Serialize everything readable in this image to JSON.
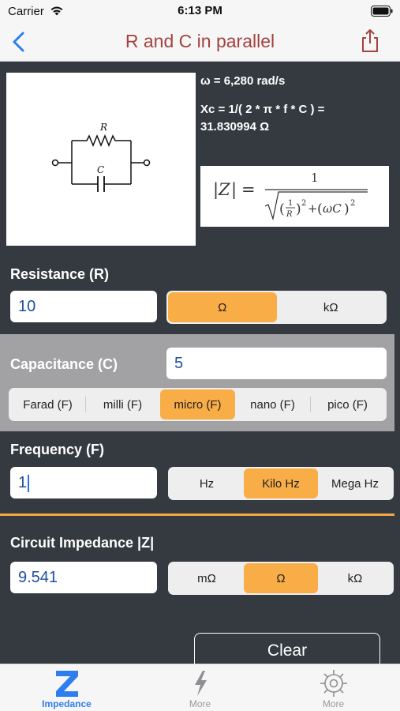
{
  "status": {
    "carrier": "Carrier",
    "time": "6:13 PM"
  },
  "nav": {
    "title": "R and C in parallel"
  },
  "diagram": {
    "r_label": "R",
    "c_label": "C"
  },
  "info": {
    "omega": "ω = 6,280 rad/s",
    "xc_formula": "Xc =  1/( 2 * π * f * C ) =",
    "xc_value": "31.830994 Ω"
  },
  "resistance": {
    "label": "Resistance (R)",
    "value": "10",
    "units": [
      "Ω",
      "kΩ"
    ],
    "selected": "Ω"
  },
  "capacitance": {
    "label": "Capacitance (C)",
    "value": "5",
    "units": [
      "Farad (F)",
      "milli (F)",
      "micro (F)",
      "nano (F)",
      "pico (F)"
    ],
    "selected": "micro (F)"
  },
  "frequency": {
    "label": "Frequency (F)",
    "value": "1",
    "units": [
      "Hz",
      "Kilo Hz",
      "Mega Hz"
    ],
    "selected": "Kilo Hz"
  },
  "impedance": {
    "label": "Circuit Impedance |Z|",
    "value": "9.541",
    "units": [
      "mΩ",
      "Ω",
      "kΩ"
    ],
    "selected": "Ω"
  },
  "actions": {
    "clear": "Clear"
  },
  "tabs": [
    {
      "label": "Impedance",
      "icon": "impedance-z-icon",
      "active": true
    },
    {
      "label": "More",
      "icon": "lightning-icon",
      "active": false
    },
    {
      "label": "More",
      "icon": "gear-icon",
      "active": false
    }
  ],
  "colors": {
    "background": "#343a40",
    "accent": "#f9ad47",
    "title": "#a3423f",
    "tab_active": "#2d7ef0"
  }
}
